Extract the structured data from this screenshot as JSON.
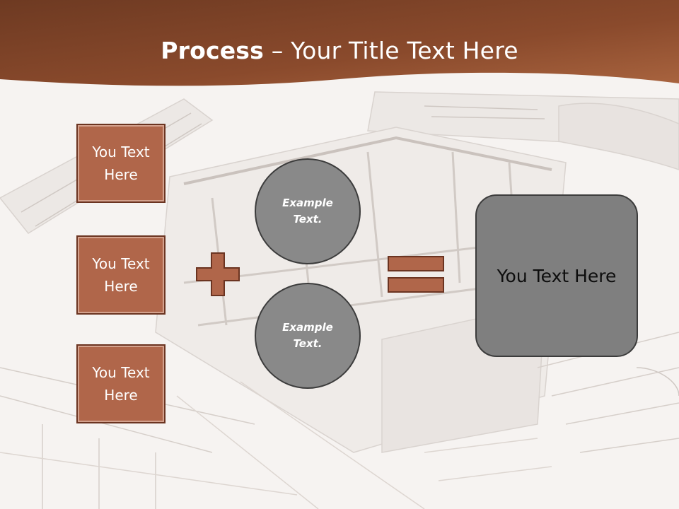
{
  "title": {
    "bold": "Process",
    "separator": " – ",
    "rest": "Your Title Text Here"
  },
  "left_boxes": [
    {
      "label": "You Text Here"
    },
    {
      "label": "You Text Here"
    },
    {
      "label": "You Text Here"
    }
  ],
  "circles": [
    {
      "label": "Example Text."
    },
    {
      "label": "Example Text."
    }
  ],
  "result": {
    "label": "You Text Here"
  },
  "operators": {
    "plus": "plus-icon",
    "equals": "equals-icon"
  },
  "colors": {
    "title_band": "#7a3f24",
    "box_fill": "#b0664a",
    "box_border": "#6b3421",
    "circle_fill": "#898989",
    "result_fill": "#7f7f7f",
    "outline": "#3c3c3c"
  }
}
